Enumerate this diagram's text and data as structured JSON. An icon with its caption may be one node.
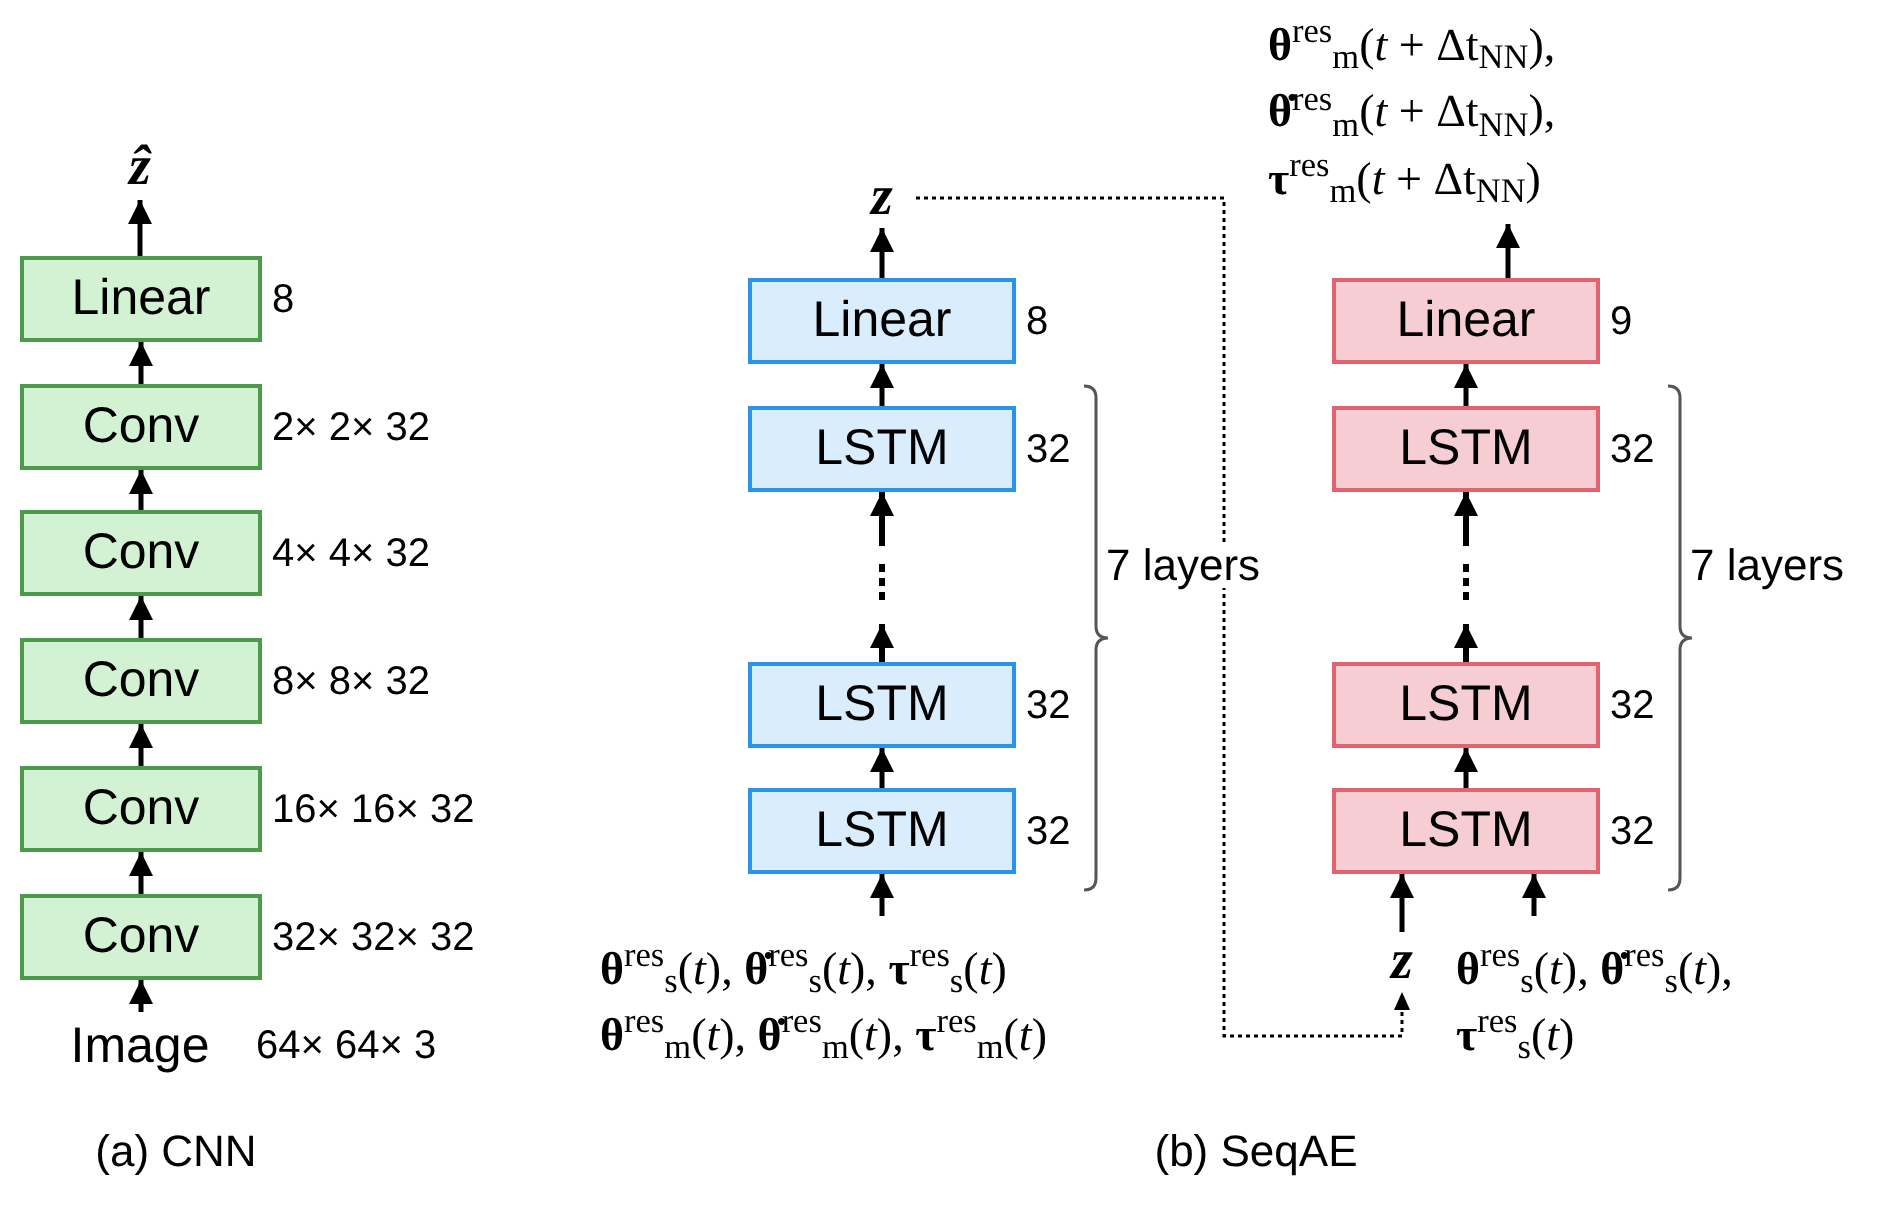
{
  "diagram": {
    "nodes": [
      {
        "text": [
          "ẑ"
        ]
      },
      {
        "text": [
          "Linear"
        ],
        "beside": [
          "8"
        ]
      },
      {
        "text": [
          "Conv"
        ],
        "beside": [
          "2× 2× 32"
        ]
      },
      {
        "text": [
          "Conv"
        ],
        "beside": [
          "4× 4× 32"
        ]
      },
      {
        "text": [
          "Conv"
        ],
        "beside": [
          "8× 8× 32"
        ]
      },
      {
        "text": [
          "Conv"
        ],
        "beside": [
          "16× 16× 32"
        ]
      },
      {
        "text": [
          "Conv"
        ],
        "beside": [
          "32× 32× 32"
        ]
      },
      {
        "text": [
          "Image"
        ],
        "beside": [
          "64× 64× 3"
        ]
      },
      {
        "text": [
          "z"
        ]
      },
      {
        "text": [
          "Linear"
        ],
        "beside": [
          "8"
        ]
      },
      {
        "text": [
          "LSTM"
        ],
        "beside": [
          "32"
        ]
      },
      {
        "text": [
          "LSTM"
        ],
        "beside": [
          "32"
        ]
      },
      {
        "text": [
          "LSTM"
        ],
        "beside": [
          "32"
        ]
      },
      {
        "text": [
          "**θ**$^{res}$$_{s}$(*t*), **θ̇**$^{res}$$_{s}$(*t*), **τ**$^{res}$$_{s}$(*t*)",
          "**θ**$^{res}$$_{m}$(*t*), **θ̇**$^{res}$$_{m}$(*t*), **τ**$^{res}$$_{m}$(*t*)"
        ]
      },
      {
        "text": [
          "**θ**$^{res}$$_{m}$(*t* + Δt$_{NN}$),",
          "**θ̇**$^{res}$$_{m}$(*t* + Δt$_{NN}$),",
          "**τ**$^{res}$$_{m}$(*t* + Δt$_{NN}$)"
        ]
      },
      {
        "text": [
          "Linear"
        ],
        "beside": [
          "9"
        ]
      },
      {
        "text": [
          "LSTM"
        ],
        "beside": [
          "32"
        ]
      },
      {
        "text": [
          "LSTM"
        ],
        "beside": [
          "32"
        ]
      },
      {
        "text": [
          "LSTM"
        ],
        "beside": [
          "32"
        ]
      },
      {
        "text": [
          "z"
        ]
      },
      {
        "text": [
          "**θ**$^{res}$$_{s}$(*t*), **θ̇**$^{res}$$_{s}$(*t*),",
          "**τ**$^{res}$$_{s}$(*t*)"
        ]
      }
    ],
    "edges": [
      {
        "from": 7,
        "to": 6,
        "arrow": "to"
      },
      {
        "from": 6,
        "to": 5,
        "arrow": "to"
      },
      {
        "from": 5,
        "to": 4,
        "arrow": "to"
      },
      {
        "from": 4,
        "to": 3,
        "arrow": "to"
      },
      {
        "from": 3,
        "to": 2,
        "arrow": "to"
      },
      {
        "from": 2,
        "to": 1,
        "arrow": "to"
      },
      {
        "from": 1,
        "to": 0,
        "arrow": "to"
      },
      {
        "from": 13,
        "to": 12,
        "arrow": "to"
      },
      {
        "from": 12,
        "to": 11,
        "arrow": "to"
      },
      {
        "from": 11,
        "to": 10,
        "arrow": "to",
        "style": "dashed"
      },
      {
        "from": 10,
        "to": 9,
        "arrow": "to"
      },
      {
        "from": 9,
        "to": 8,
        "arrow": "to"
      },
      {
        "from": 8,
        "to": 19,
        "arrow": "to",
        "style": "dashed"
      },
      {
        "from": 19,
        "to": 18,
        "arrow": "to"
      },
      {
        "from": 20,
        "to": 18,
        "arrow": "to"
      },
      {
        "from": 18,
        "to": 17,
        "arrow": "to"
      },
      {
        "from": 17,
        "to": 16,
        "arrow": "to",
        "style": "dashed"
      },
      {
        "from": 16,
        "to": 15,
        "arrow": "to"
      },
      {
        "from": 15,
        "to": 14,
        "arrow": "to"
      }
    ],
    "labels": [
      "7 layers",
      "7 layers",
      "(a) CNN",
      "(b) SeqAE"
    ]
  }
}
